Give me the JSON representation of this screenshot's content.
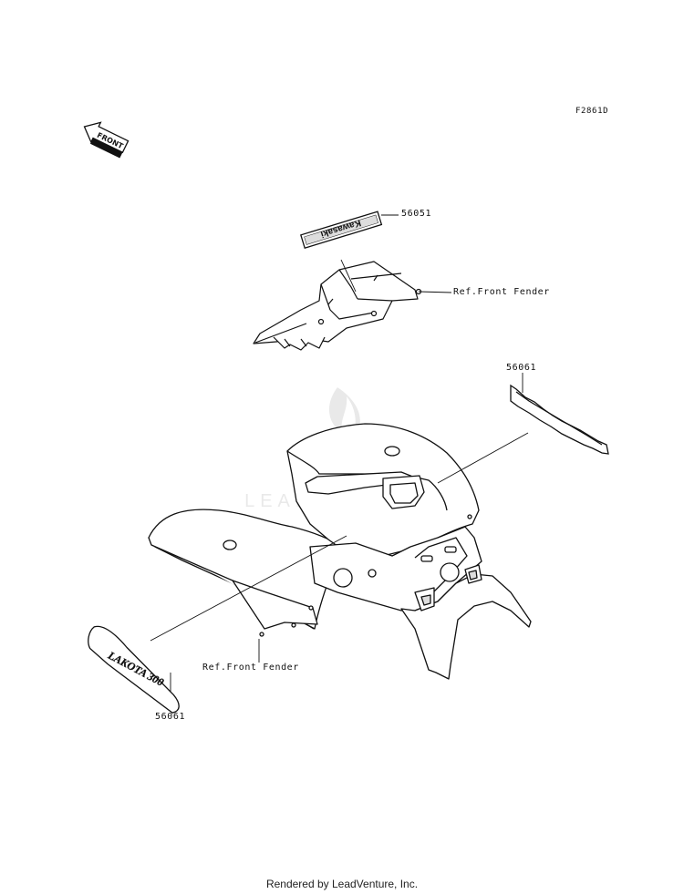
{
  "figure_id": "F2861D",
  "front_arrow_text": "FRONT",
  "labels": {
    "part_56051": "56051",
    "ref_front_fender_top": "Ref.Front Fender",
    "part_56061_right": "56061",
    "ref_front_fender_bottom": "Ref.Front Fender",
    "part_56061_left": "56061"
  },
  "decal_texts": {
    "kawasaki": "Kawasaki",
    "model": "LAKOTA 300"
  },
  "watermark": "LEADVENTURE",
  "footer": "Rendered by LeadVenture, Inc."
}
